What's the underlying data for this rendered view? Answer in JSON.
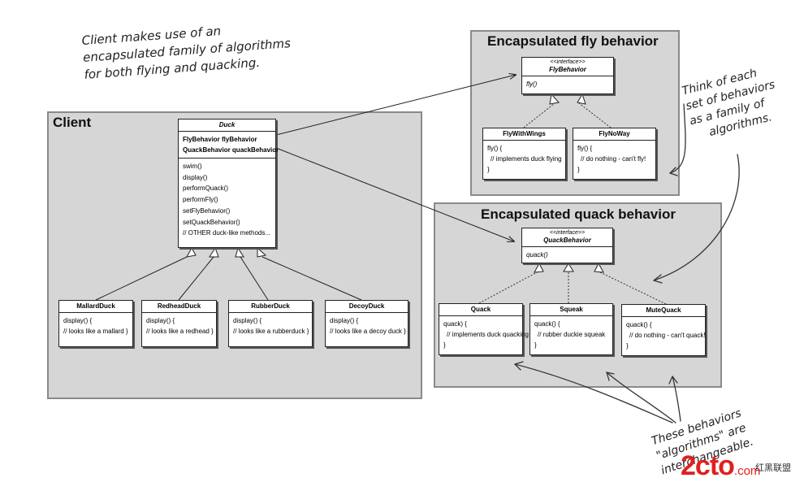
{
  "panels": {
    "client": "Client",
    "fly": "Encapsulated fly behavior",
    "quack": "Encapsulated quack behavior"
  },
  "duck": {
    "name": "Duck",
    "fields": [
      "FlyBehavior flyBehavior",
      "QuackBehavior quackBehavior"
    ],
    "methods": [
      "swim()",
      "display()",
      "performQuack()",
      "performFly()",
      "setFlyBehavior()",
      "setQuackBehavior()",
      "// OTHER duck-like methods..."
    ]
  },
  "subducks": [
    {
      "name": "MallardDuck",
      "lines": [
        "display() {",
        "// looks like a mallard }"
      ]
    },
    {
      "name": "RedheadDuck",
      "lines": [
        "display() {",
        "// looks like a redhead }"
      ]
    },
    {
      "name": "RubberDuck",
      "lines": [
        "display() {",
        "// looks like a rubberduck }"
      ]
    },
    {
      "name": "DecoyDuck",
      "lines": [
        "display() {",
        "// looks like a decoy duck }"
      ]
    }
  ],
  "fly_interface": {
    "stereotype": "<<interface>>",
    "name": "FlyBehavior",
    "method": "fly()"
  },
  "fly_impls": [
    {
      "name": "FlyWithWings",
      "lines": [
        "fly() {",
        "// implements duck flying",
        "}"
      ]
    },
    {
      "name": "FlyNoWay",
      "lines": [
        "fly() {",
        "// do nothing - can't fly!",
        "}"
      ]
    }
  ],
  "quack_interface": {
    "stereotype": "<<interface>>",
    "name": "QuackBehavior",
    "method": "quack()"
  },
  "quack_impls": [
    {
      "name": "Quack",
      "lines": [
        "quack) {",
        "// implements duck quacking",
        "}"
      ]
    },
    {
      "name": "Squeak",
      "lines": [
        "quack() {",
        "// rubber duckie squeak",
        "}"
      ]
    },
    {
      "name": "MuteQuack",
      "lines": [
        "quack() {",
        "// do nothing - can't quack!",
        "}"
      ]
    }
  ],
  "notes": {
    "client": [
      "Client makes use of an",
      "encapsulated family of algorithms",
      "for both flying and quacking."
    ],
    "family": [
      "Think of each",
      "set of behaviors",
      "as a family of",
      "algorithms."
    ],
    "interchangeable": [
      "These behaviors",
      "\"algorithms\" are",
      "interchangeable."
    ]
  },
  "watermark": {
    "logo": "2cto",
    "suffix": ".com",
    "cn": "红黑联盟"
  }
}
